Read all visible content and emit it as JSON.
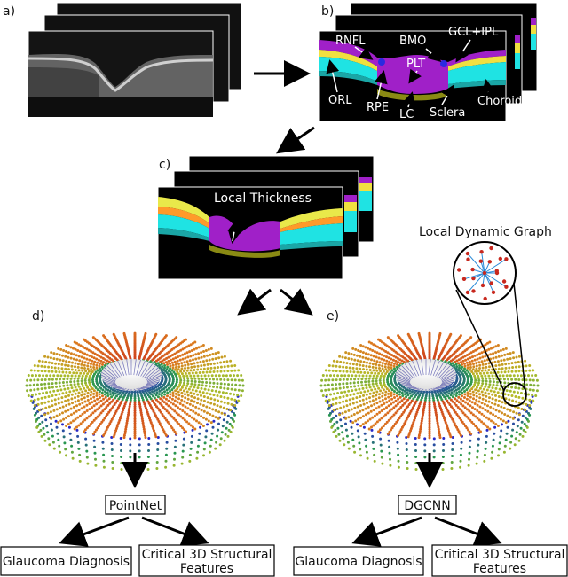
{
  "panels": {
    "a": "a)",
    "b": "b)",
    "c": "c)",
    "d": "d)",
    "e": "e)"
  },
  "segmentation_labels": {
    "rnfl": "RNFL",
    "bmo": "BMO",
    "gcl_ipl": "GCL+IPL",
    "plt": "PLT",
    "orl": "ORL",
    "rpe": "RPE",
    "lc": "LC",
    "sclera": "Sclera",
    "choroid": "Choroid"
  },
  "thickness_label": "Local Thickness",
  "graph_label": "Local Dynamic Graph",
  "networks": {
    "left": "PointNet",
    "right": "DGCNN"
  },
  "outputs": {
    "left_diagnosis": "Glaucoma Diagnosis",
    "left_features_line1": "Critical 3D Structural",
    "left_features_line2": "Features",
    "right_diagnosis": "Glaucoma Diagnosis",
    "right_features_line1": "Critical 3D Structural",
    "right_features_line2": "Features"
  },
  "colors": {
    "rnfl": "#e9e94a",
    "gcl_ipl": "#f0e040",
    "orl": "#1fe3e3",
    "rpe": "#ff2a2a",
    "choroid": "#1aa6a6",
    "plt": "#a020c8",
    "lc": "#8a8a14",
    "bmo": "#2a2ae0",
    "node": "#c8281e",
    "edge": "#2a8ad8"
  }
}
